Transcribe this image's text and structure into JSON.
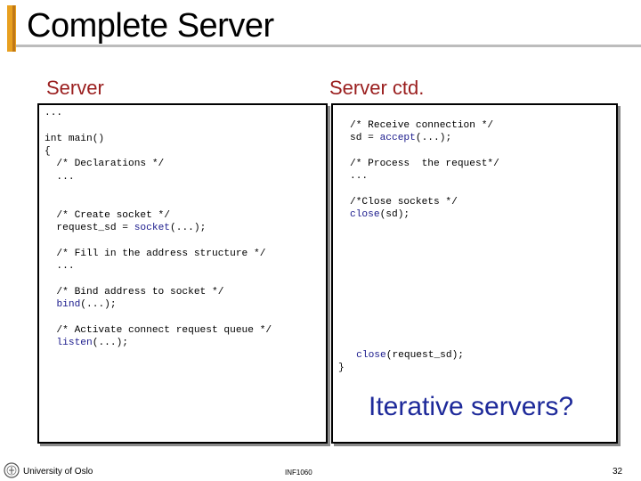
{
  "slide": {
    "title": "Complete Server",
    "col_left_heading": "Server",
    "col_right_heading": "Server ctd.",
    "iterative_question": "Iterative servers?"
  },
  "code_left": [
    {
      "t": "..."
    },
    {
      "t": ""
    },
    {
      "t": "int main()"
    },
    {
      "t": "{"
    },
    {
      "t": "  /* Declarations */"
    },
    {
      "t": "  ..."
    },
    {
      "t": ""
    },
    {
      "t": ""
    },
    {
      "t": "  /* Create socket */"
    },
    {
      "t": "  request_sd = ",
      "kw": "socket",
      "rest": "(...);"
    },
    {
      "t": ""
    },
    {
      "t": "  /* Fill in the address structure */"
    },
    {
      "t": "  ..."
    },
    {
      "t": ""
    },
    {
      "t": "  /* Bind address to socket */"
    },
    {
      "t": "  ",
      "kw": "bind",
      "rest": "(...);"
    },
    {
      "t": ""
    },
    {
      "t": "  /* Activate connect request queue */"
    },
    {
      "t": "  ",
      "kw": "listen",
      "rest": "(...);"
    }
  ],
  "code_right_top": [
    {
      "t": "/* Receive connection */"
    },
    {
      "t": "sd = ",
      "kw": "accept",
      "rest": "(...);"
    },
    {
      "t": ""
    },
    {
      "t": "/* Process  the request*/"
    },
    {
      "t": "..."
    },
    {
      "t": ""
    },
    {
      "t": "/*Close sockets */"
    },
    {
      "t": "",
      "kw": "close",
      "rest": "(sd);"
    }
  ],
  "code_right_bottom": [
    {
      "t": "   ",
      "kw": "close",
      "rest": "(request_sd);"
    },
    {
      "t": "}"
    }
  ],
  "footer": {
    "organization": "University of Oslo",
    "course": "INF1060",
    "page_number": "32"
  },
  "colors": {
    "accent_orange": "#e8a020",
    "heading_red": "#9a1e1e",
    "keyword_blue": "#1a1a8c",
    "question_blue": "#1e2a9a"
  }
}
